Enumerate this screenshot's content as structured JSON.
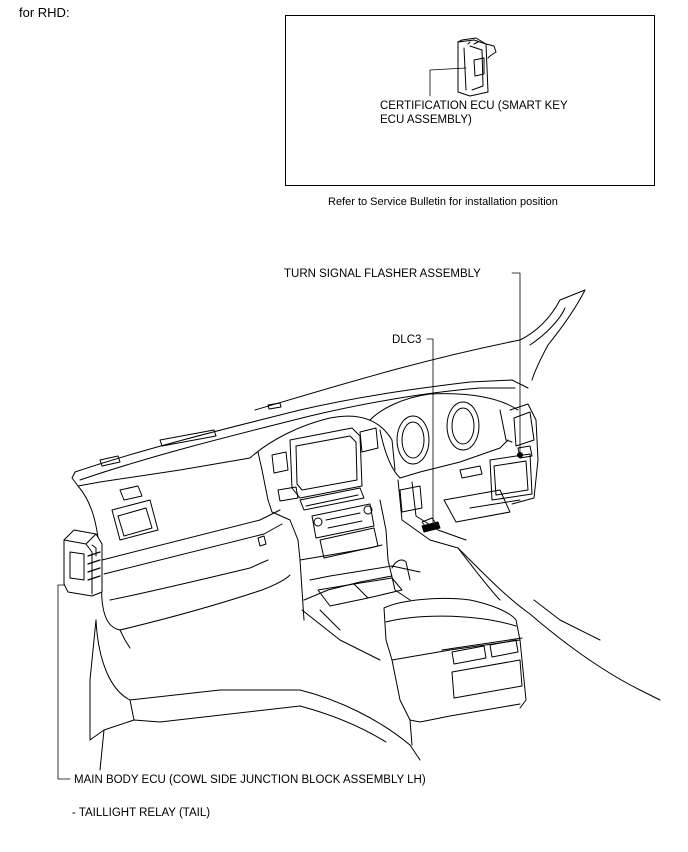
{
  "header": {
    "variant_label": "for RHD:"
  },
  "inset": {
    "ecu_label_line1": "CERTIFICATION ECU (SMART KEY",
    "ecu_label_line2": "ECU ASSEMBLY)",
    "note": "Refer to Service Bulletin for installation position"
  },
  "callouts": {
    "turn_signal": "TURN SIGNAL FLASHER ASSEMBLY",
    "dlc3": "DLC3",
    "main_body_ecu": "MAIN BODY ECU (COWL SIDE JUNCTION BLOCK ASSEMBLY LH)",
    "taillight_relay": "- TAILLIGHT RELAY (TAIL)"
  }
}
